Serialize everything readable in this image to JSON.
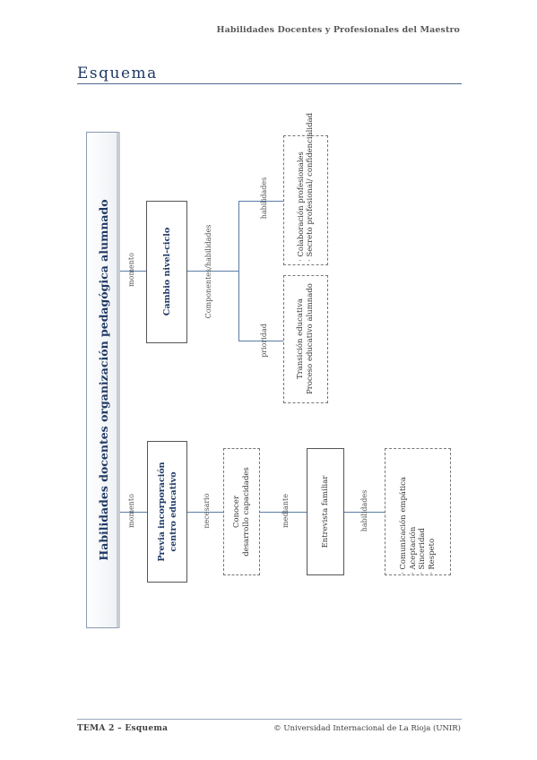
{
  "header": {
    "title": "Habilidades Docentes y Profesionales del Maestro"
  },
  "section": {
    "title": "Esquema"
  },
  "diagram": {
    "root": "Habilidades docentes organización pedagógica alumnado",
    "branch_top": {
      "edge": "momento",
      "title": "Cambio nivel-ciclo",
      "connector": "Componentes/habilidades",
      "upper": {
        "edge": "habilidades",
        "items": [
          "Colaboración profesionales",
          "Secreto profesional/ confidencialidad"
        ]
      },
      "lower": {
        "edge": "prioridad",
        "lines": [
          "Transición educativa",
          "Proceso educativo alumnado"
        ]
      }
    },
    "branch_bottom": {
      "edge": "momento",
      "title_lines": [
        "Previa incorporación",
        "centro educativo"
      ],
      "edge2": "necesario",
      "step1_lines": [
        "Conocer",
        "desarrollo capacidades"
      ],
      "edge3": "mediante",
      "step2": "Entrevista familiar",
      "edge4": "habilidades",
      "items": [
        "Comunicación empática",
        "Aceptación",
        "Sinceridad",
        "Respeto"
      ]
    }
  },
  "footer": {
    "left": "TEMA 2 – Esquema",
    "right": "© Universidad Internacional de La Rioja (UNIR)"
  }
}
